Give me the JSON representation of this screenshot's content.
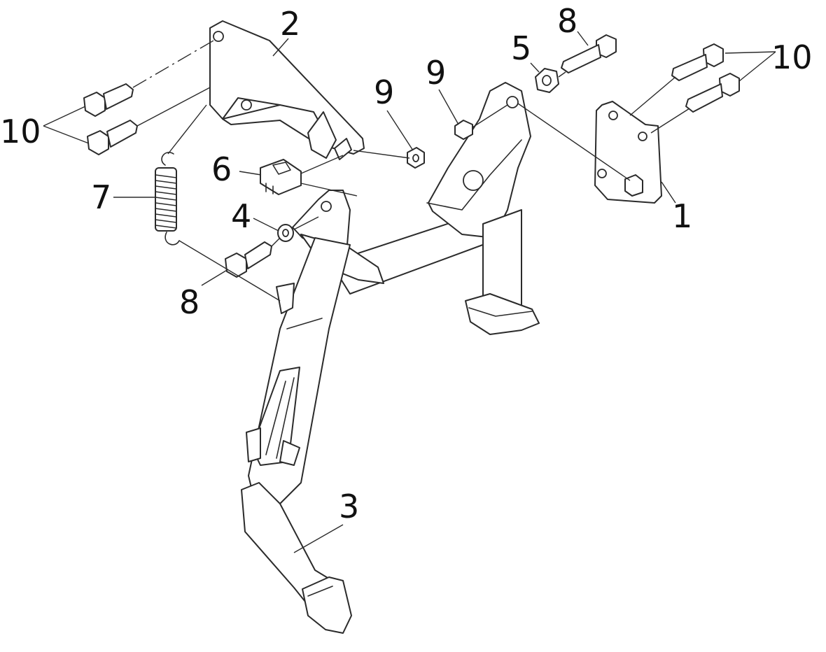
{
  "callouts": [
    {
      "id": "c1",
      "text": "1"
    },
    {
      "id": "c2",
      "text": "2"
    },
    {
      "id": "c3",
      "text": "3"
    },
    {
      "id": "c4",
      "text": "4"
    },
    {
      "id": "c5",
      "text": "5"
    },
    {
      "id": "c6",
      "text": "6"
    },
    {
      "id": "c7",
      "text": "7"
    },
    {
      "id": "c8a",
      "text": "8"
    },
    {
      "id": "c8b",
      "text": "8"
    },
    {
      "id": "c9a",
      "text": "9"
    },
    {
      "id": "c9b",
      "text": "9"
    },
    {
      "id": "c10a",
      "text": "10"
    },
    {
      "id": "c10b",
      "text": "10"
    }
  ]
}
